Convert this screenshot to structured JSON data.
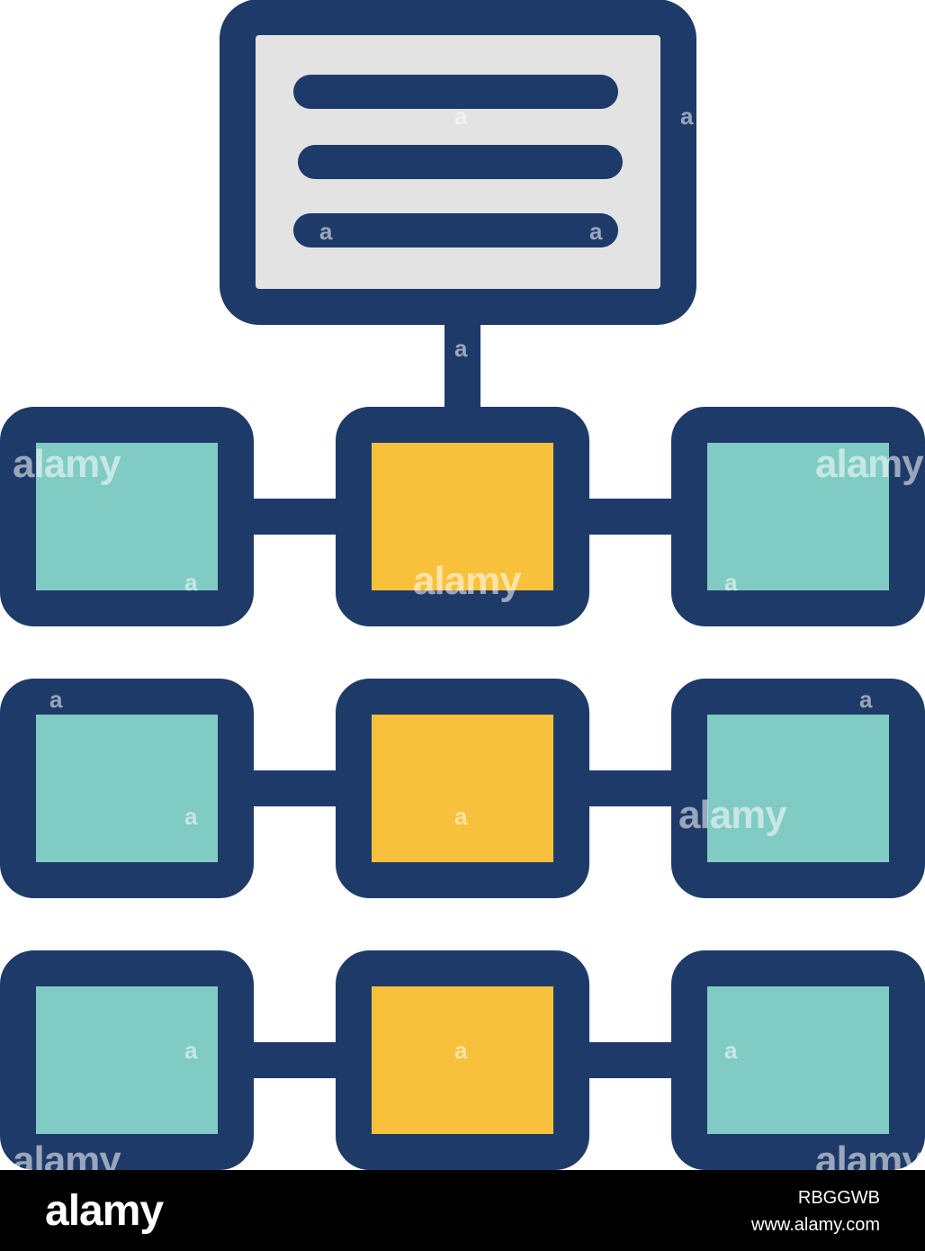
{
  "colors": {
    "outline": "#1e3a68",
    "document_fill": "#e3e3e3",
    "side_box_fill": "#80cbc4",
    "center_box_fill": "#f8c13c",
    "background": "#ffffff",
    "footer_bg": "#000000"
  },
  "diagram": {
    "root": {
      "name": "document-card",
      "icon": "document-lines-icon",
      "line_count": 3
    },
    "rows": [
      {
        "boxes": [
          "side",
          "center",
          "side"
        ]
      },
      {
        "boxes": [
          "side",
          "center",
          "side"
        ]
      },
      {
        "boxes": [
          "side",
          "center",
          "side"
        ]
      }
    ]
  },
  "watermarks": {
    "brand": "alamy",
    "letter": "a"
  },
  "footer": {
    "logo": "alamy",
    "image_id": "RBGGWB",
    "url": "www.alamy.com"
  }
}
